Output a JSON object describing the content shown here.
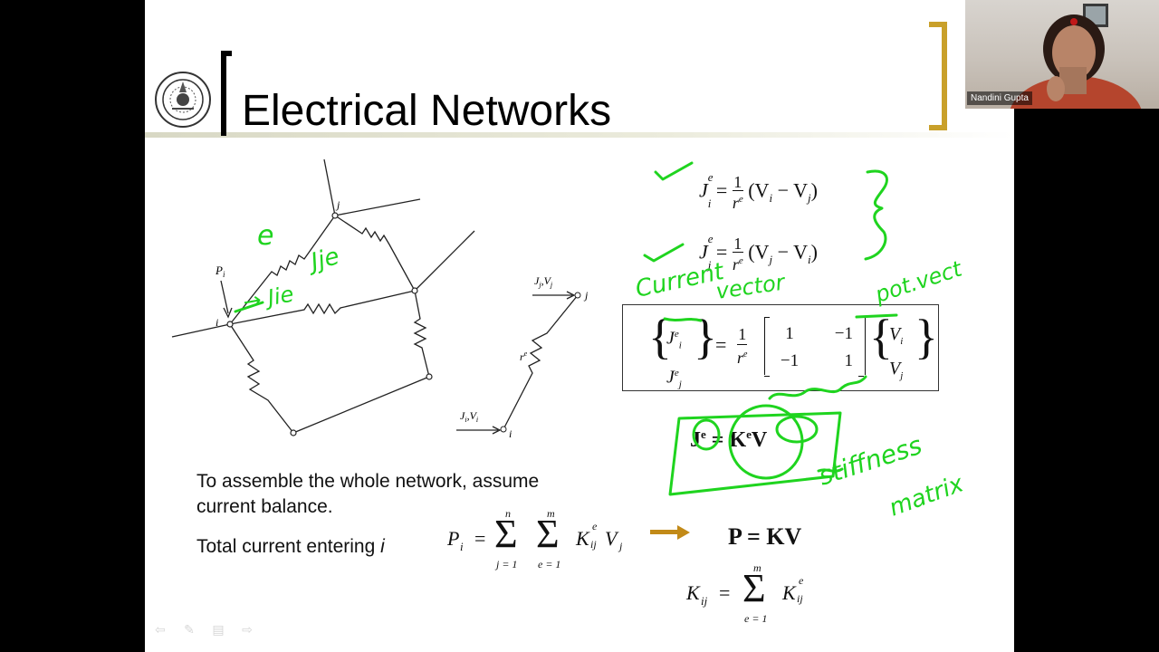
{
  "slide": {
    "title": "Electrical Networks",
    "body_line1": "To assemble the whole network, assume",
    "body_line2": "current balance.",
    "body_line3_prefix": "Total current entering ",
    "body_line3_var": "i"
  },
  "diagram": {
    "node_j": "j",
    "node_i": "i",
    "load_label": "P",
    "load_sub": "i",
    "elem_top_label": "J",
    "elem_top_sub": "j",
    "elem_top_sep": ",V",
    "elem_bot_label": "J",
    "elem_bot_sub": "i",
    "elem_bot_sep": ",V",
    "resistance": "r",
    "resistance_sup": "e",
    "elem_node_j": "j",
    "elem_node_i": "i"
  },
  "equations": {
    "eq1_J": "J",
    "eq1_sub": "i",
    "eq1_sup": "e",
    "eq1_eq": "=",
    "eq1_num": "1",
    "eq1_den": "r",
    "eq1_den_sup": "e",
    "eq1_rhs": "(V",
    "eq1_rhs_i": "i",
    "eq1_minus": " − V",
    "eq1_rhs_j": "j",
    "eq1_close": ")",
    "eq2_J": "J",
    "eq2_sub": "j",
    "eq2_sup": "e",
    "eq2_eq": "=",
    "eq2_num": "1",
    "eq2_den": "r",
    "eq2_den_sup": "e",
    "eq2_rhs": "(V",
    "eq2_rhs_j": "j",
    "eq2_minus": " − V",
    "eq2_rhs_i": "i",
    "eq2_close": ")",
    "matrix_lbrace": "{",
    "matrix_rbrace": "}",
    "matrix_eq": "=",
    "matrix_num": "1",
    "matrix_den": "r",
    "matrix_den_sup": "e",
    "m11": "1",
    "m12": "−1",
    "m21": "−1",
    "m22": "1",
    "vec_Vi": "V",
    "vec_Vi_sub": "i",
    "vec_Vj": "V",
    "vec_Vj_sub": "j",
    "vec_Ji": "J",
    "vec_Ji_sub": "i",
    "vec_Ji_sup": "e",
    "vec_Jj": "J",
    "vec_Jj_sub": "j",
    "vec_Jj_sup": "e",
    "compact_J": "J",
    "compact_sup": "e",
    "compact_eq": "= K",
    "compact_K_sup": "e",
    "compact_V": "V",
    "sum_P": "P",
    "sum_P_sub": "i",
    "sum_eq": "=",
    "sum_sigma": "Σ",
    "sum1_top": "n",
    "sum1_bot": "j = 1",
    "sum2_top": "m",
    "sum2_bot": "e = 1",
    "sum_K": "K",
    "sum_K_sub": "ij",
    "sum_K_sup": "e",
    "sum_V": "V",
    "sum_V_sub": "j",
    "global_eq": "P = KV",
    "kij_K": "K",
    "kij_sub": "ij",
    "kij_eq": "=",
    "kij_sigma": "Σ",
    "kij_top": "m",
    "kij_bot": "e = 1",
    "kij_rhs": "K",
    "kij_rhs_sub": "ij",
    "kij_rhs_sup": "e"
  },
  "handwriting": {
    "element": "e",
    "current_j": "Jje",
    "current_i": "→ Jie",
    "current_vector_1": "Current",
    "current_vector_2": "vector",
    "pot_vector": "pot.vect",
    "stiffness_1": "stiffness",
    "stiffness_2": "matrix"
  },
  "video": {
    "participant_name": "Nandini Gupta"
  },
  "nav": {
    "prev": "⇦",
    "pen": "✎",
    "menu": "▤",
    "next": "⇨"
  },
  "colors": {
    "ink": "#1fd41f",
    "bracket_gold": "#c9a02a",
    "arrow_gold": "#c28a18"
  }
}
